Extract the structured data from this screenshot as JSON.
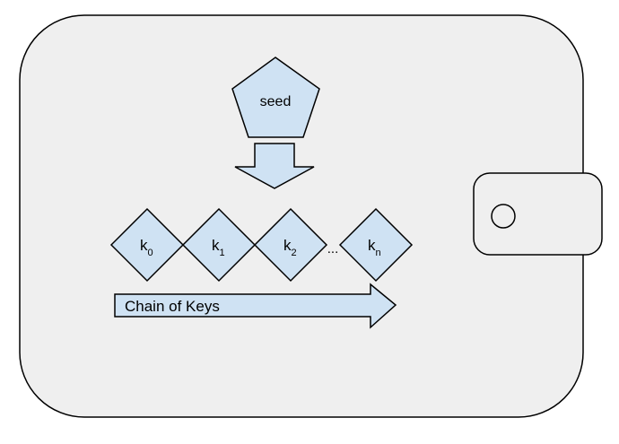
{
  "diagram": {
    "seed_label": "seed",
    "keys": [
      {
        "base": "k",
        "sub": "0"
      },
      {
        "base": "k",
        "sub": "1"
      },
      {
        "base": "k",
        "sub": "2"
      },
      {
        "base": "k",
        "sub": "n"
      }
    ],
    "ellipsis": "...",
    "chain_label": "Chain of Keys"
  },
  "colors": {
    "wallet_fill": "#efefef",
    "shape_fill": "#cfe2f3",
    "stroke": "#000000",
    "background": "#ffffff"
  },
  "icons": {
    "wallet": "wallet-outline",
    "clasp": "wallet-clasp-with-button",
    "seed": "pentagon",
    "down_arrow": "block-arrow-down",
    "chain_arrow": "block-arrow-right"
  }
}
